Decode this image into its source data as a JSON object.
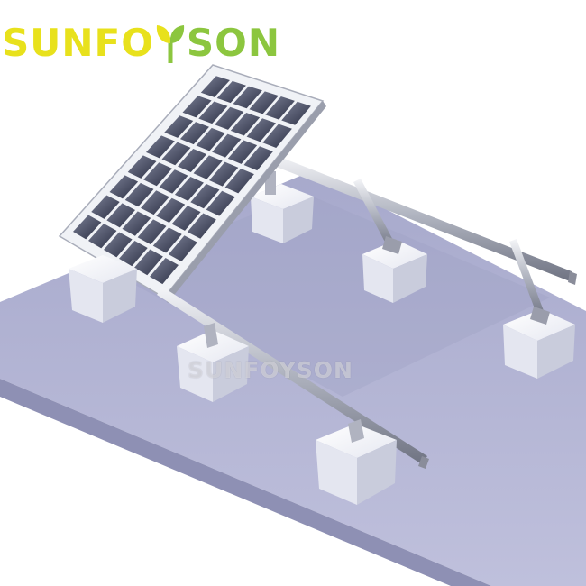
{
  "brand": {
    "logo_part_a": "SUNFO",
    "logo_part_b": "",
    "logo_part_c": "SON",
    "logo_icon": "sprout-icon",
    "watermark": "SUNFOYSON",
    "colors": {
      "yellow": "#e8e11c",
      "green": "#8cc63f"
    }
  },
  "scene": {
    "subject": "ground-mount solar panel racking on ballast blocks",
    "colors": {
      "ground": "#b8b9d6",
      "block": "#eceef6",
      "panel_frame": "#dfe3ea",
      "cell": "#3a3e52",
      "rail": "#c9ccd6"
    }
  }
}
